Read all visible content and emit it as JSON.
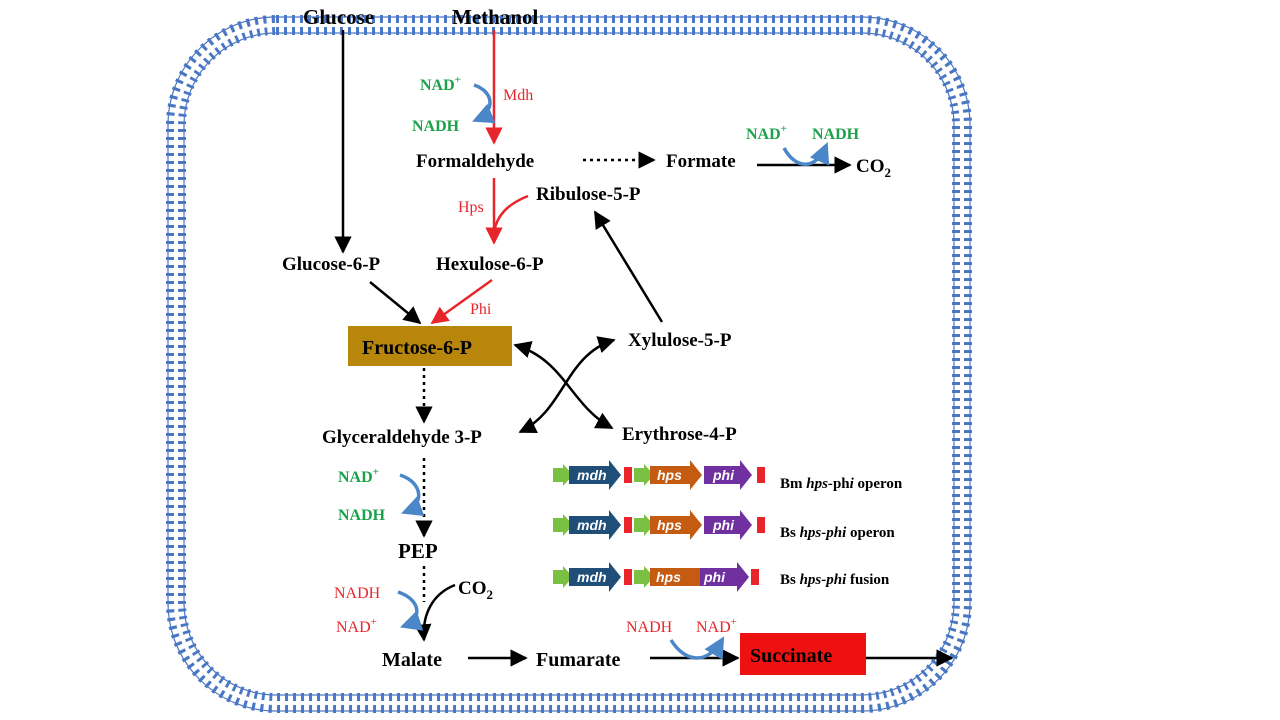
{
  "colors": {
    "membrane": "#4a77c4",
    "membrane_fill": "#ffffff",
    "enzyme_arrow": "#e8252b",
    "cofactor_oxidative": "#1aa24a",
    "cofactor_reductive": "#e8252b",
    "fructose_box": "#b8860b",
    "succinate_box": "#ee1111",
    "mdh_gene": "#1f4e79",
    "hps_gene": "#c55a11",
    "phi_gene": "#7030a0",
    "promoter": "#7ac143",
    "terminator": "#e8252b"
  },
  "metabolites": {
    "glucose": "Glucose",
    "methanol": "Methanol",
    "formaldehyde": "Formaldehyde",
    "formate": "Formate",
    "co2_a": "CO",
    "co2_sub": "2",
    "ribulose5p": "Ribulose-5-P",
    "glucose6p": "Glucose-6-P",
    "hexulose6p": "Hexulose-6-P",
    "fructose6p": "Fructose-6-P",
    "xylulose5p": "Xylulose-5-P",
    "erythrose4p": "Erythrose-4-P",
    "glyceraldehyde3p": "Glyceraldehyde 3-P",
    "pep": "PEP",
    "co2_b": "CO",
    "malate": "Malate",
    "fumarate": "Fumarate",
    "succinate": "Succinate"
  },
  "enzymes": {
    "mdh": "Mdh",
    "hps": "Hps",
    "phi": "Phi"
  },
  "cofactors": {
    "nad_plus": "NAD",
    "plus_sup": "+",
    "nadh": "NADH"
  },
  "operons": [
    {
      "label_pre": "Bm ",
      "label_italic": "hps-",
      "label_mid": "ph",
      "label_italic2": "i",
      "label_post": " operon",
      "genes": [
        "mdh",
        "hps",
        "phi"
      ],
      "fusion": false
    },
    {
      "label_pre": "Bs ",
      "label_italic": "hps-phi",
      "label_mid": "",
      "label_italic2": "",
      "label_post": " operon",
      "genes": [
        "mdh",
        "hps",
        "phi"
      ],
      "fusion": false
    },
    {
      "label_pre": "Bs ",
      "label_italic": "hps-phi",
      "label_mid": "",
      "label_italic2": "",
      "label_post": " fusion",
      "genes": [
        "mdh",
        "hps",
        "phi"
      ],
      "fusion": true
    }
  ]
}
